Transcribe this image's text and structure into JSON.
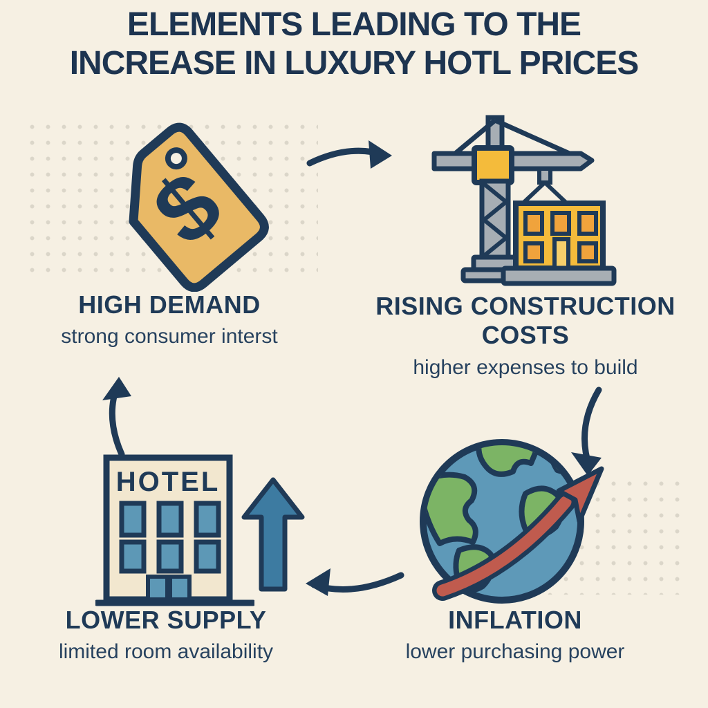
{
  "title": {
    "line1": "ELEMENTS LEADING TO THE",
    "line2": "INCREASE IN LUXURY HOTL PRICES"
  },
  "sections": {
    "high_demand": {
      "label": "HIGH DEMAND",
      "sublabel": "strong consumer interst"
    },
    "rising_costs": {
      "label": "RISING CONSTRUCTION COSTS",
      "sublabel": "higher expenses to build"
    },
    "lower_supply": {
      "label": "LOWER SUPPLY",
      "sublabel": "limited room availability"
    },
    "inflation": {
      "label": "INFLATION",
      "sublabel": "lower purchasing power"
    }
  },
  "icons": {
    "price_tag": {
      "name": "price-tag-icon",
      "symbol": "$"
    },
    "crane": {
      "name": "construction-crane-icon"
    },
    "hotel": {
      "name": "hotel-building-icon",
      "sign": "HOTEL"
    },
    "up_arrow": {
      "name": "up-arrow-icon"
    },
    "globe": {
      "name": "globe-rising-inflation-icon"
    },
    "connectors": [
      "curved-arrow-right-icon",
      "curved-arrow-down-icon",
      "curved-arrow-left-icon",
      "curved-arrow-up-icon"
    ]
  },
  "colors": {
    "cream": "#f6f0e3",
    "cream2": "#f2e7cf",
    "dot": "#dbd6c9",
    "navy": "#1f3a57",
    "subnavy": "#27425f",
    "title": "#1d3450",
    "gold": "#e9b966",
    "yellow": "#f4bb3b",
    "orange": "#f0a33c",
    "door": "#f6cf6b",
    "gray": "#a7aeb4",
    "blue": "#5d98b6",
    "blue2": "#3d7ba1",
    "ocean": "#5e99b8",
    "green": "#7cb465",
    "red": "#c05b4e"
  }
}
